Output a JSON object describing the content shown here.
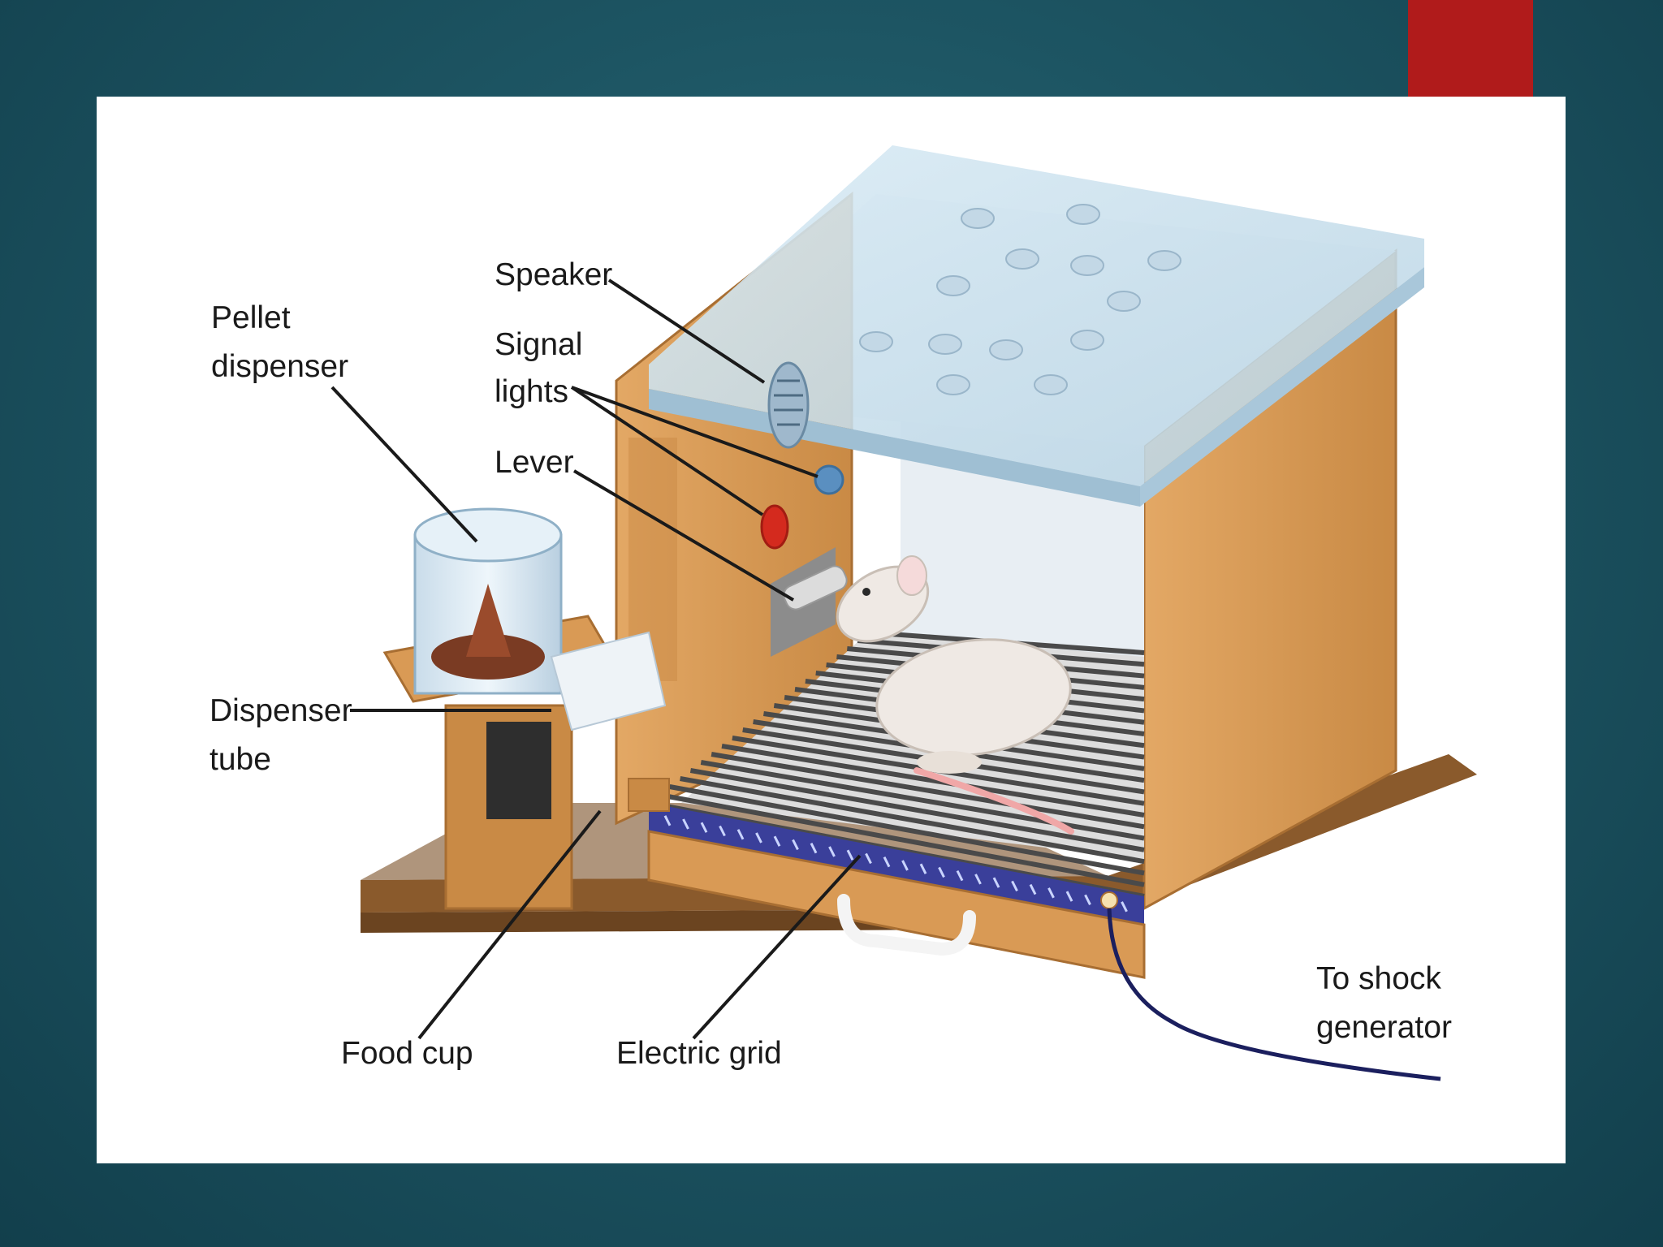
{
  "slide": {
    "accent_color": "#b01b1b",
    "background_color": "#1d5563"
  },
  "diagram": {
    "labels": {
      "pellet_dispenser_1": "Pellet",
      "pellet_dispenser_2": "dispenser",
      "speaker": "Speaker",
      "signal_lights_1": "Signal",
      "signal_lights_2": "lights",
      "lever": "Lever",
      "dispenser_tube_1": "Dispenser",
      "dispenser_tube_2": "tube",
      "food_cup": "Food cup",
      "electric_grid": "Electric grid",
      "shock_generator_1": "To shock",
      "shock_generator_2": "generator"
    },
    "colors": {
      "wood": "#d99a55",
      "wood_dark": "#b87a3a",
      "base": "#8a5a2c",
      "glass": "#cfe3ef",
      "grid_bar": "#3a3f9a",
      "light_red": "#d42a1e",
      "light_blue": "#5a8fc0",
      "wire": "#1b1f5e"
    }
  }
}
